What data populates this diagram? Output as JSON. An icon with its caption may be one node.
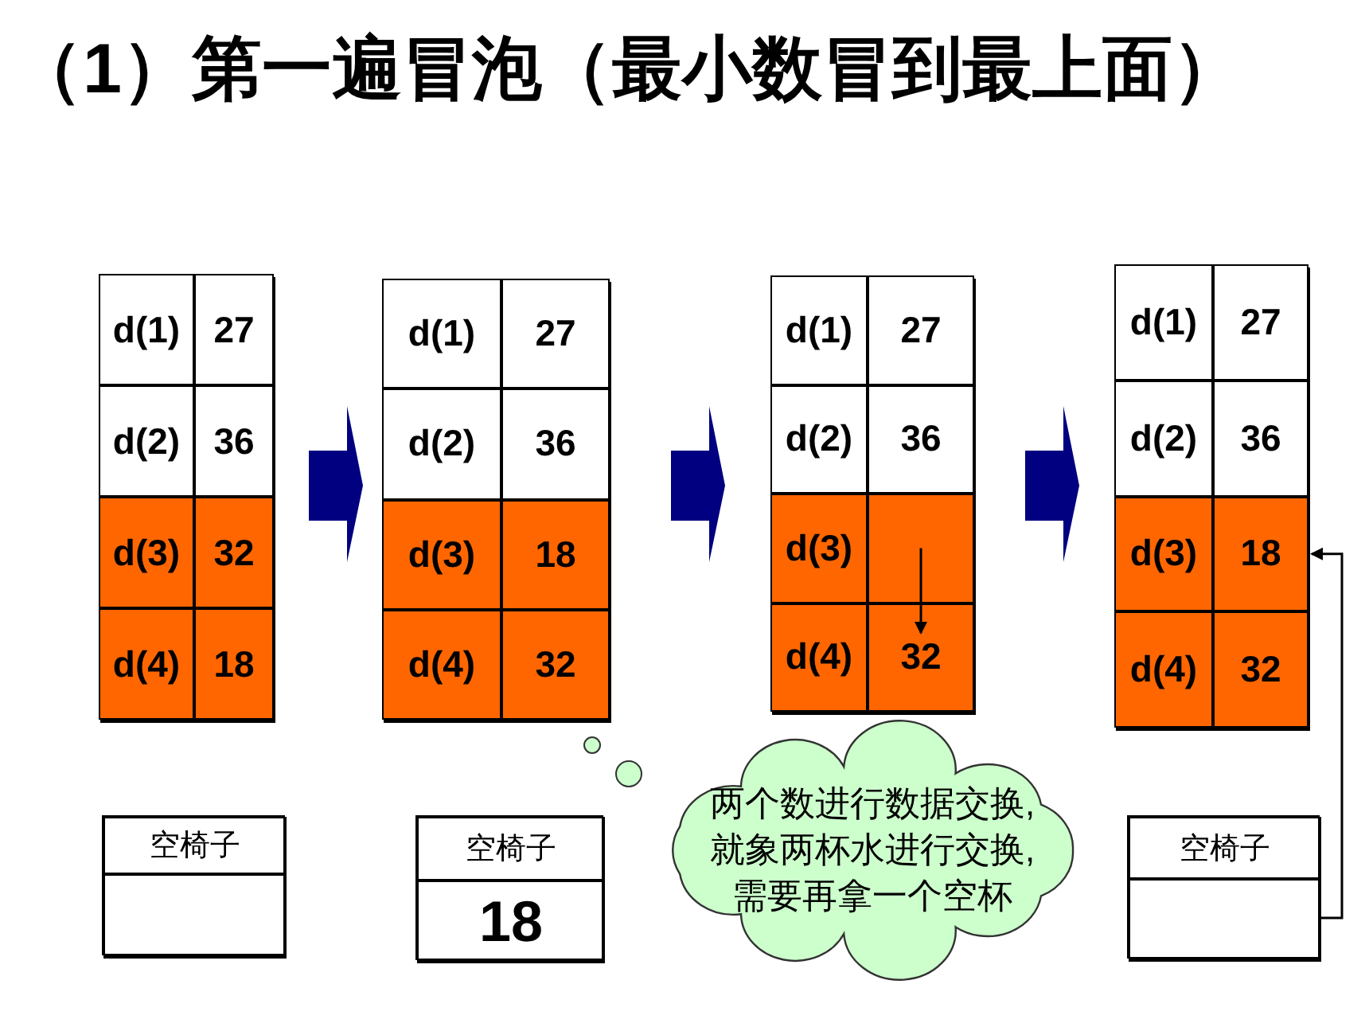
{
  "diagram": {
    "title": "（1）第一遍冒泡（最小数冒到最上面）",
    "nodes": [
      {
        "text": [],
        "shape": "box"
      },
      {
        "text": [
          "d(1)"
        ],
        "in": 0
      },
      {
        "text": [
          "27"
        ],
        "in": 0
      },
      {
        "text": [
          "d(2)"
        ],
        "in": 0
      },
      {
        "text": [
          "36"
        ],
        "in": 0
      },
      {
        "text": [
          "d(3)"
        ],
        "in": 0
      },
      {
        "text": [
          "32"
        ],
        "in": 0
      },
      {
        "text": [
          "d(4)"
        ],
        "in": 0
      },
      {
        "text": [
          "18"
        ],
        "in": 0
      },
      {
        "text": [],
        "shape": "box"
      },
      {
        "text": [
          "d(1)"
        ],
        "in": 9
      },
      {
        "text": [
          "27"
        ],
        "in": 9
      },
      {
        "text": [
          "d(2)"
        ],
        "in": 9
      },
      {
        "text": [
          "36"
        ],
        "in": 9
      },
      {
        "text": [
          "d(3)"
        ],
        "in": 9
      },
      {
        "text": [
          "18"
        ],
        "in": 9
      },
      {
        "text": [
          "d(4)"
        ],
        "in": 9
      },
      {
        "text": [
          "32"
        ],
        "in": 9
      },
      {
        "text": [],
        "shape": "box"
      },
      {
        "text": [
          "d(1)"
        ],
        "in": 18
      },
      {
        "text": [
          "27"
        ],
        "in": 18
      },
      {
        "text": [
          "d(2)"
        ],
        "in": 18
      },
      {
        "text": [
          "36"
        ],
        "in": 18
      },
      {
        "text": [
          "d(3)"
        ],
        "in": 18
      },
      {
        "text": [],
        "shape": "box",
        "in": 18
      },
      {
        "text": [
          "d(4)"
        ],
        "in": 18
      },
      {
        "text": [
          "32"
        ],
        "in": 18
      },
      {
        "text": [],
        "shape": "box"
      },
      {
        "text": [
          "d(1)"
        ],
        "in": 27
      },
      {
        "text": [
          "27"
        ],
        "in": 27
      },
      {
        "text": [
          "d(2)"
        ],
        "in": 27
      },
      {
        "text": [
          "36"
        ],
        "in": 27
      },
      {
        "text": [
          "d(3)"
        ],
        "in": 27
      },
      {
        "text": [
          "18"
        ],
        "in": 27
      },
      {
        "text": [
          "d(4)"
        ],
        "in": 27
      },
      {
        "text": [
          "32"
        ],
        "in": 27
      },
      {
        "text": [],
        "shape": "box"
      },
      {
        "text": [
          "空椅子"
        ],
        "in": 36
      },
      {
        "text": [],
        "shape": "box",
        "in": 36
      },
      {
        "text": [],
        "shape": "box"
      },
      {
        "text": [
          "空椅子"
        ],
        "in": 39
      },
      {
        "text": [
          "18"
        ],
        "in": 39
      },
      {
        "text": [],
        "shape": "box"
      },
      {
        "text": [
          "空椅子"
        ],
        "in": 42
      },
      {
        "text": [],
        "shape": "box",
        "in": 42
      },
      {
        "text": [
          "两个数进行数据交换,就象两杯水进行交换,需要再拿一个空杯"
        ]
      }
    ],
    "edges": [
      {
        "from": 0,
        "to": 9,
        "arrow": "to"
      },
      {
        "from": 9,
        "to": 18,
        "arrow": "to"
      },
      {
        "from": 18,
        "to": 27,
        "arrow": "to"
      },
      {
        "from": 24,
        "to": 26,
        "arrow": "to"
      },
      {
        "from": 44,
        "to": 33,
        "arrow": "to"
      }
    ]
  }
}
